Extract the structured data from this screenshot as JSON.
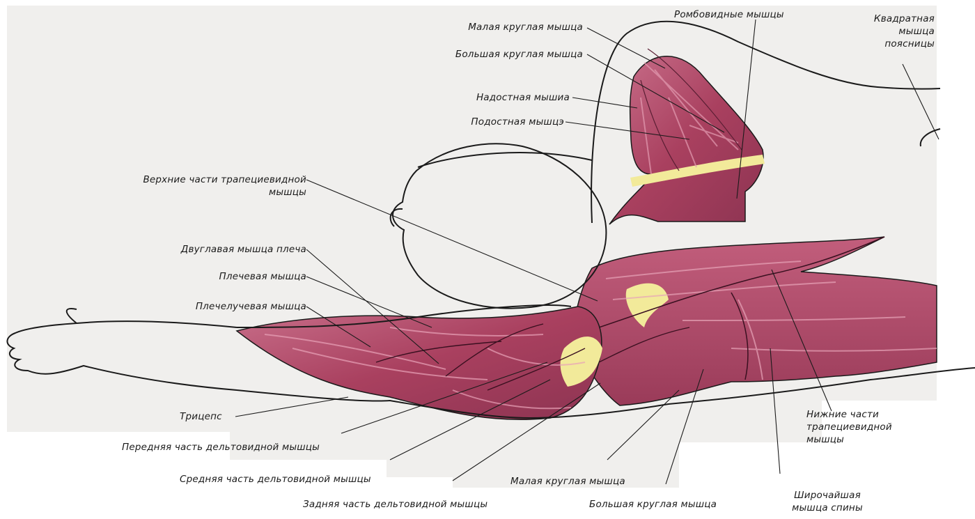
{
  "colors": {
    "background_panel": "#f0efed",
    "muscle": "#b4506e",
    "muscle_dark": "#8d3452",
    "muscle_light": "#d98ba2",
    "tendon": "#f2ea9a",
    "outline": "#1a1a1a"
  },
  "labels": {
    "teres_minor_top": "Малая круглая мышца",
    "teres_major_top": "Большая круглая мышца",
    "supraspinatus": "Надостная мышиа",
    "infraspinatus": "Подостная мышцэ",
    "rhomboids": "Ромбовидные мышцы",
    "quadratus_1": "Квадратная",
    "quadratus_2": "мышца",
    "quadratus_3": "поясницы",
    "upper_trap_1": "Верхние части трапециевидной",
    "upper_trap_2": "мышцы",
    "biceps": "Двуглавая мышца плеча",
    "brachialis": "Плечевая мышца",
    "brachioradialis": "Плечелучевая мышца",
    "triceps": "Трицепс",
    "front_delt": "Передняя часть дельтовидной мышцы",
    "mid_delt": "Средняя часть дельтовидной мышцы",
    "rear_delt": "Задняя часть дельтовидной мышцы",
    "teres_minor_bottom": "Малая круглая мышца",
    "teres_major_bottom": "Большая круглая мышца",
    "lower_trap_1": "Нижние части",
    "lower_trap_2": "трапециевидной",
    "lower_trap_3": "мышцы",
    "lats_1": "Широчайшая",
    "lats_2": "мышца спины"
  }
}
